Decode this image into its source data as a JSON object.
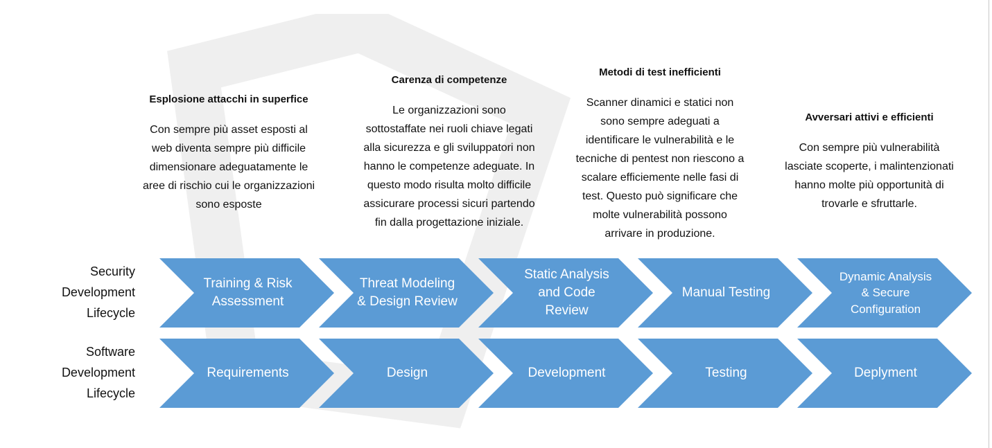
{
  "colors": {
    "chevron": "#5b9bd5",
    "text": "#111111"
  },
  "challenges": [
    {
      "title": "Esplosione attacchi in superfice",
      "lines": [
        "Con sempre più asset esposti al",
        "web diventa sempre più difficile",
        "dimensionare adeguatamente le",
        "aree di rischio cui le organizzazioni",
        "sono esposte"
      ]
    },
    {
      "title": "Carenza di competenze",
      "lines": [
        "Le organizzazioni sono",
        "sottostaffate nei ruoli chiave legati",
        "alla sicurezza e gli sviluppatori non",
        "hanno le competenze adeguate. In",
        "questo modo risulta molto difficile",
        "assicurare processi sicuri partendo",
        "fin dalla progettazione iniziale."
      ]
    },
    {
      "title": "Metodi di test inefficienti",
      "lines": [
        "Scanner dinamici e statici non",
        "sono sempre adeguati a",
        "identificare le vulnerabilità e le",
        "tecniche di pentest non riescono a",
        "scalare efficiemente nelle fasi di",
        "test. Questo può significare che",
        "molte vulnerabilità possono",
        "arrivare in produzione."
      ]
    },
    {
      "title": "Avversari attivi e efficienti",
      "lines": [
        "Con sempre più vulnerabilità",
        "lasciate scoperte, i malintenzionati",
        "hanno molte più opportunità di",
        "trovarle e sfruttarle."
      ]
    }
  ],
  "rows": [
    {
      "label": [
        "Security",
        "Development",
        "Lifecycle"
      ],
      "steps": [
        "Training & Risk Assessment",
        "Threat Modeling & Design Review",
        "Static Analysis and Code Review",
        "Manual Testing",
        "Dynamic Analysis & Secure Configuration"
      ]
    },
    {
      "label": [
        "Software",
        "Development",
        "Lifecycle"
      ],
      "steps": [
        "Requirements",
        "Design",
        "Development",
        "Testing",
        "Deplyment"
      ]
    }
  ]
}
